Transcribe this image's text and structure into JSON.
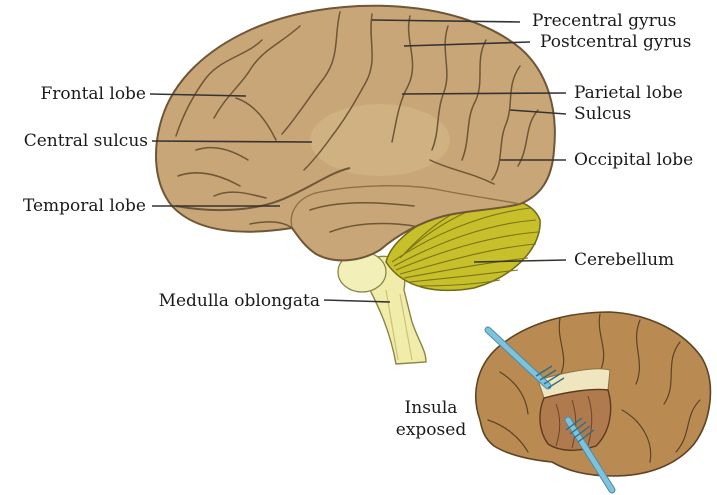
{
  "colors": {
    "brain": "#c8a677",
    "brain_shadow": "#a98a5e",
    "sulcus_line": "#6f5636",
    "cerebellum": "#c8c02a",
    "brainstem": "#f1ecaa",
    "leader_line": "#333333",
    "insula": "#b07a4f",
    "insula_band": "#efe5bf",
    "retractor": "#7fc2dc"
  },
  "labels": {
    "precentral_gyrus": "Precentral gyrus",
    "postcentral_gyrus": "Postcentral gyrus",
    "frontal_lobe": "Frontal lobe",
    "parietal_lobe": "Parietal lobe",
    "sulcus": "Sulcus",
    "central_sulcus": "Central sulcus",
    "occipital_lobe": "Occipital lobe",
    "temporal_lobe": "Temporal lobe",
    "cerebellum": "Cerebellum",
    "medulla_oblongata": "Medulla oblongata",
    "insula_exposed": "Insula exposed"
  }
}
